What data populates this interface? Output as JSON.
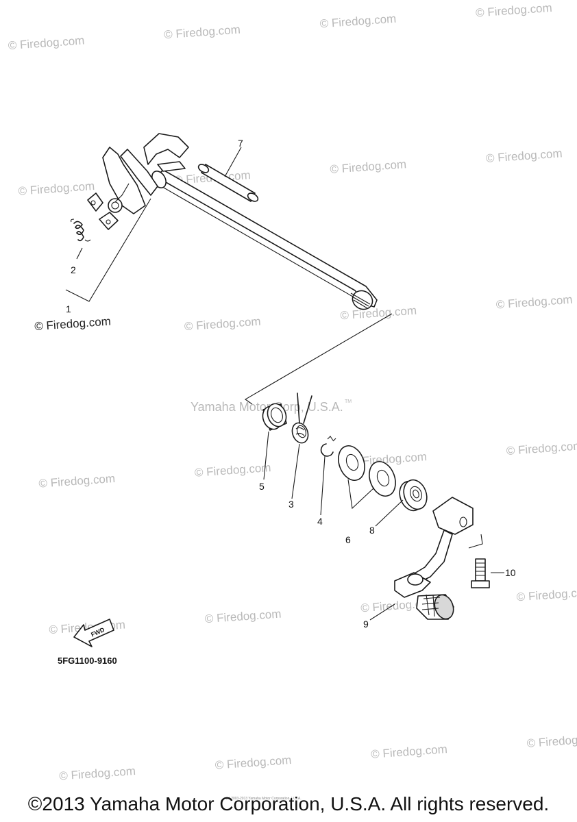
{
  "watermark": {
    "text": "© Firedog.com",
    "center_text": "Yamaha Motor Corp, U.S.A.",
    "center_mark": "TM"
  },
  "callouts": {
    "p1": "1",
    "p2": "2",
    "p3": "3",
    "p4": "4",
    "p5": "5",
    "p6": "6",
    "p7": "7",
    "p8": "8",
    "p9": "9",
    "p10": "10"
  },
  "fwd_label": "FWD",
  "figure_code": "5FG1100-9160",
  "tiny_note": "(c) 2003-2013 Yamaha Motor Corporation, U.S.A.",
  "footer": "©2013 Yamaha Motor Corporation, U.S.A. All rights reserved."
}
